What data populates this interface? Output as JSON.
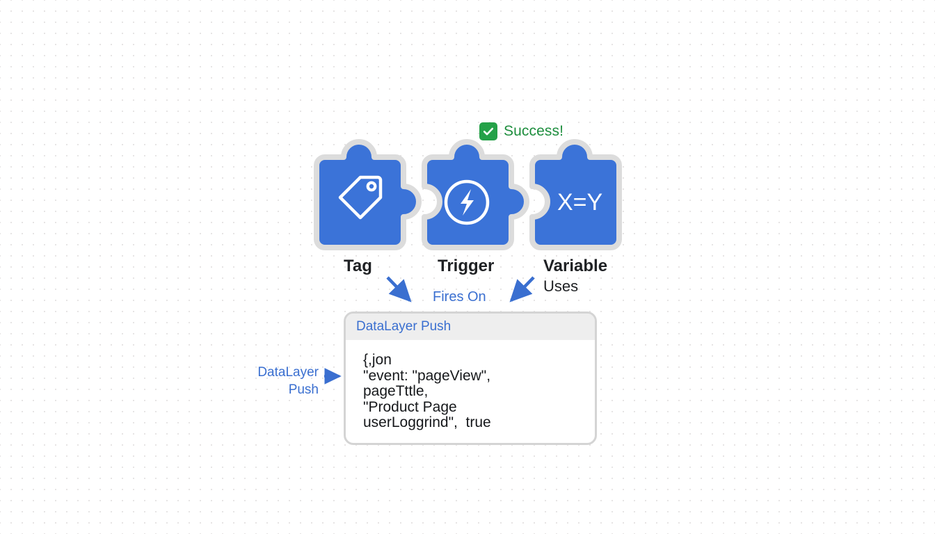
{
  "status": {
    "icon": "check-square-icon",
    "label": "Success!",
    "color": "#1e8e3e",
    "badge_color": "#24a148"
  },
  "theme": {
    "piece_blue": "#3b73d8",
    "piece_border": "#d9d9d9",
    "link_blue": "#3a6fd0",
    "text_dark": "#1f2124",
    "panel_border": "#d4d4d4",
    "panel_header_bg": "#eeeeee",
    "background": "#ffffff",
    "dot_color": "#e6e4e4"
  },
  "diagram": {
    "pieces": [
      {
        "id": "tag",
        "label": "Tag",
        "icon": "price-tag-icon"
      },
      {
        "id": "trigger",
        "label": "Trigger",
        "icon": "lightning-bolt-circle-icon"
      },
      {
        "id": "variable",
        "label": "Variable",
        "icon": "x-equals-y-text",
        "icon_text": "X=Y"
      }
    ],
    "sublabels": [
      {
        "id": "variable-uses",
        "text": "Uses"
      }
    ],
    "connectors": [
      {
        "id": "tag-to-payload",
        "label": "",
        "direction": "down-right"
      },
      {
        "id": "fires-on",
        "label": "Fires On",
        "direction": "none"
      },
      {
        "id": "variable-to-payload",
        "label": "",
        "direction": "down-left"
      },
      {
        "id": "datalayer-in",
        "label": "DataLayer\nPush",
        "direction": "right"
      }
    ],
    "datalayer_label": {
      "line1": "DataLayer",
      "line2": "Push"
    }
  },
  "code_panel": {
    "title": "DataLayer Push",
    "lines": [
      "{,jon",
      "\"event: \"pageView\",",
      "pageTttle,",
      "\"Product Page",
      "userLoggrind\",  true"
    ]
  }
}
